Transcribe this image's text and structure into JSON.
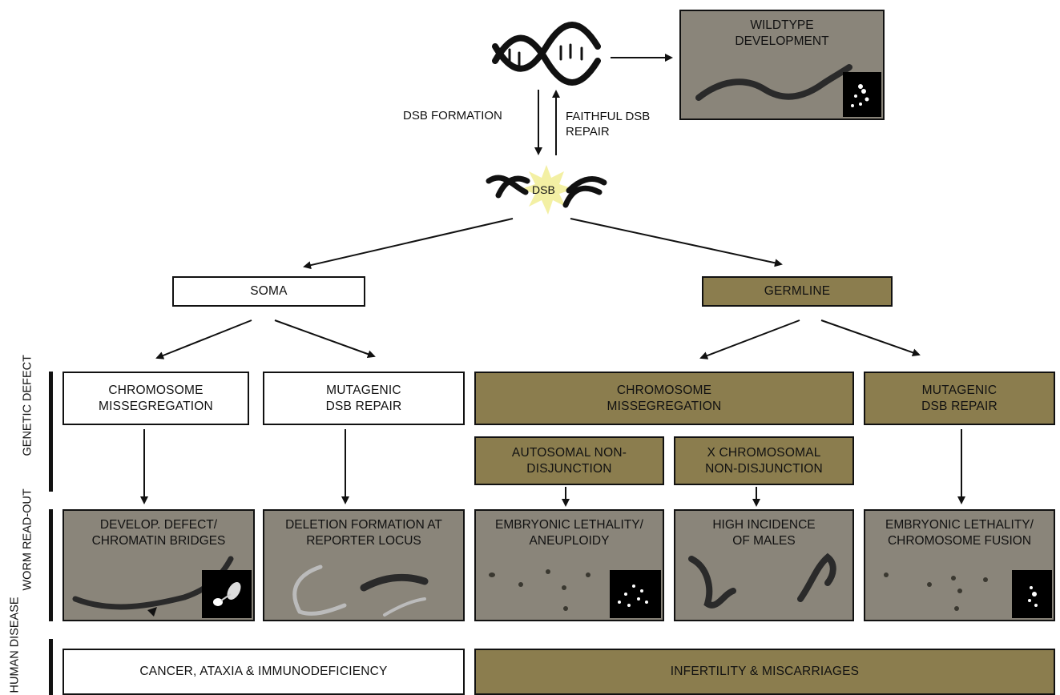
{
  "top": {
    "wildtype_label": "WILDTYPE DEVELOPMENT",
    "dsb_formation_label": "DSB FORMATION",
    "faithful_repair_label": "FAITHFUL DSB REPAIR",
    "dsb_label": "DSB"
  },
  "branches": {
    "soma_label": "SOMA",
    "germline_label": "GERMLINE"
  },
  "row_labels": {
    "genetic_defect": "GENETIC DEFECT",
    "worm_readout": "WORM READ-OUT",
    "human_disease": "HUMAN DISEASE"
  },
  "genetic_defects": {
    "soma_missegregation": "CHROMOSOME MISSEGREGATION",
    "soma_mutagenic": "MUTAGENIC DSB REPAIR",
    "germ_missegregation": "CHROMOSOME MISSEGREGATION",
    "germ_mutagenic": "MUTAGENIC DSB REPAIR",
    "autosomal": "AUTOSOMAL NON-DISJUNCTION",
    "x_chromosomal": "X CHROMOSOMAL NON-DISJUNCTION"
  },
  "readouts": {
    "develop_defect": "DEVELOP. DEFECT/ CHROMATIN BRIDGES",
    "deletion_formation": "DELETION FORMATION AT REPORTER LOCUS",
    "embryonic_aneuploidy": "EMBRYONIC LETHALITY/ ANEUPLOIDY",
    "high_incidence_males": "HIGH INCIDENCE OF MALES",
    "embryonic_fusion": "EMBRYONIC LETHALITY/ CHROMOSOME FUSION"
  },
  "diseases": {
    "soma": "CANCER,  ATAXIA & IMMUNODEFICIENCY",
    "germline": "INFERTILITY & MISCARRIAGES"
  },
  "colors": {
    "germline_fill": "#8b7d4e",
    "soma_fill": "#ffffff",
    "micrograph_background": "#8a857a",
    "dsb_burst": "#f3f0a4"
  }
}
